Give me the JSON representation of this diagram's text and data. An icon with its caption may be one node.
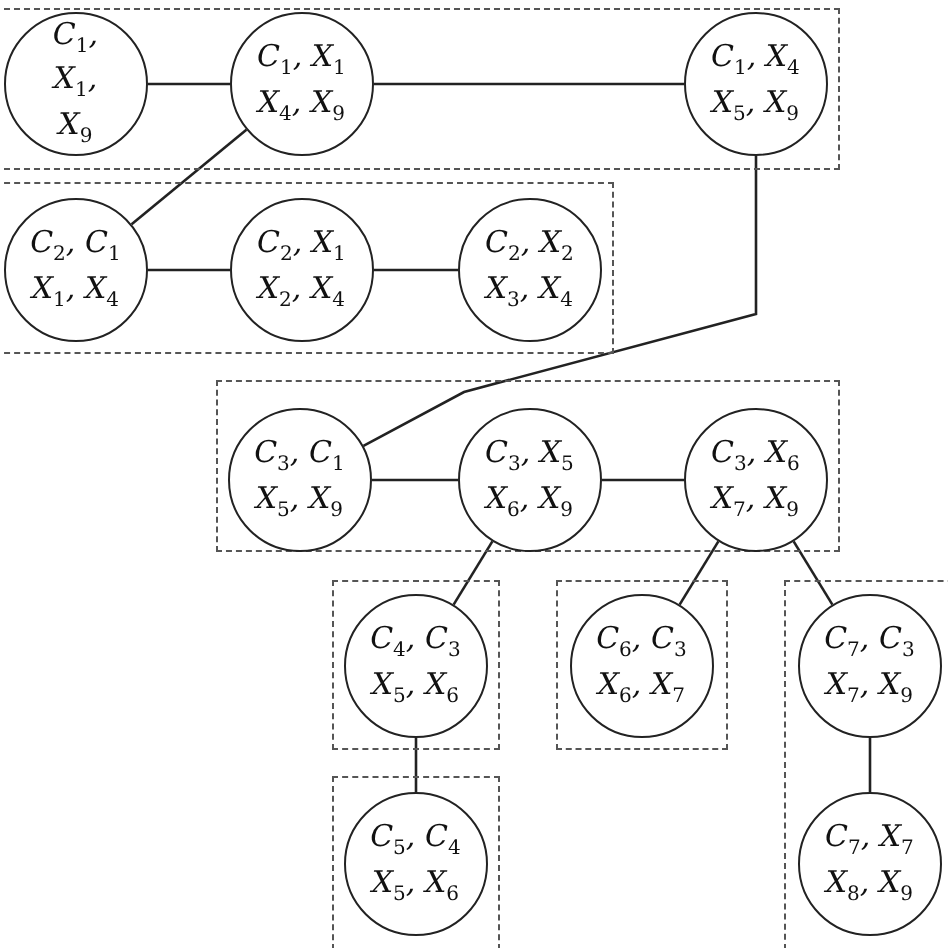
{
  "diagram": {
    "nodes": [
      {
        "text": [],
        "shape": "box"
      },
      {
        "text": [
          "C$_{1}$, X$_{1}$, X$_{9}$"
        ],
        "in": 0
      },
      {
        "text": [
          "C$_{1}$, X$_{1}$ X$_{4}$, X$_{9}$"
        ],
        "in": 0
      },
      {
        "text": [
          "C$_{1}$, X$_{4}$ X$_{5}$, X$_{9}$"
        ],
        "in": 0
      },
      {
        "text": [],
        "shape": "box"
      },
      {
        "text": [
          "C$_{2}$, C$_{1}$ X$_{1}$, X$_{4}$"
        ],
        "in": 4
      },
      {
        "text": [
          "C$_{2}$, X$_{1}$ X$_{2}$, X$_{4}$"
        ],
        "in": 4
      },
      {
        "text": [
          "C$_{2}$, X$_{2}$ X$_{3}$, X$_{4}$"
        ],
        "in": 4
      },
      {
        "text": [],
        "shape": "box"
      },
      {
        "text": [
          "C$_{3}$, C$_{1}$ X$_{5}$, X$_{9}$"
        ],
        "in": 8
      },
      {
        "text": [
          "C$_{3}$, X$_{5}$ X$_{6}$, X$_{9}$"
        ],
        "in": 8
      },
      {
        "text": [
          "C$_{3}$, X$_{6}$ X$_{7}$, X$_{9}$"
        ],
        "in": 8
      },
      {
        "text": [],
        "shape": "box"
      },
      {
        "text": [
          "C$_{4}$, C$_{3}$ X$_{5}$, X$_{6}$"
        ],
        "in": 12
      },
      {
        "text": [],
        "shape": "box"
      },
      {
        "text": [
          "C$_{6}$, C$_{3}$ X$_{6}$, X$_{7}$"
        ],
        "in": 14
      },
      {
        "text": [],
        "shape": "box"
      },
      {
        "text": [
          "C$_{7}$, C$_{3}$ X$_{7}$, X$_{9}$"
        ],
        "in": 16
      },
      {
        "text": [
          "C$_{7}$, X$_{7}$ X$_{8}$, X$_{9}$"
        ],
        "in": 16
      },
      {
        "text": [],
        "shape": "box"
      },
      {
        "text": [
          "C$_{5}$, C$_{4}$ X$_{5}$, X$_{6}$"
        ],
        "in": 19
      }
    ],
    "edges": [
      {
        "from": 1,
        "to": 2,
        "arrow": "none"
      },
      {
        "from": 2,
        "to": 3,
        "arrow": "none"
      },
      {
        "from": 2,
        "to": 5,
        "arrow": "none"
      },
      {
        "from": 5,
        "to": 6,
        "arrow": "none"
      },
      {
        "from": 6,
        "to": 7,
        "arrow": "none"
      },
      {
        "from": 3,
        "to": 9,
        "arrow": "none"
      },
      {
        "from": 9,
        "to": 10,
        "arrow": "none"
      },
      {
        "from": 10,
        "to": 11,
        "arrow": "none"
      },
      {
        "from": 10,
        "to": 13,
        "arrow": "none"
      },
      {
        "from": 11,
        "to": 15,
        "arrow": "none"
      },
      {
        "from": 11,
        "to": 17,
        "arrow": "none"
      },
      {
        "from": 13,
        "to": 20,
        "arrow": "none"
      },
      {
        "from": 17,
        "to": 18,
        "arrow": "none"
      }
    ]
  }
}
